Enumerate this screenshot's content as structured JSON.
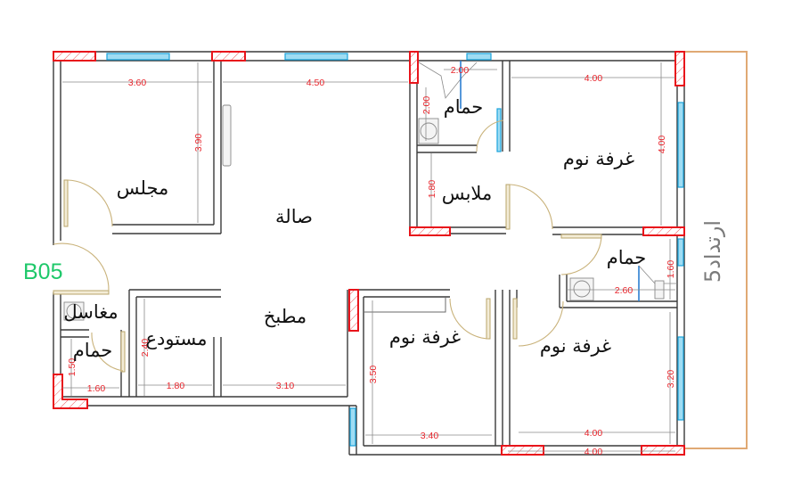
{
  "plan": {
    "unit_code": "B05",
    "setback_label": "ارتداد5",
    "colors": {
      "walls": "#3a3a3a",
      "columns": "#e8141b",
      "windows": "#1aa3dc",
      "doors": "#c9b27a",
      "dimensions": "#e8242b",
      "setback": "#e0a974",
      "unit_code": "#1ec86a"
    },
    "rooms": {
      "majlis": {
        "label": "مجلس",
        "width": "3.60",
        "length": "3.90"
      },
      "hall": {
        "label": "صالة",
        "width": "4.50"
      },
      "bath_top": {
        "label": "حمام",
        "width": "2.00",
        "length": "2.00"
      },
      "dressing": {
        "label": "ملابس",
        "length": "1.80"
      },
      "bedroom_master": {
        "label": "غرفة نوم",
        "width": "4.00",
        "length": "4.00"
      },
      "bath_right": {
        "label": "حمام",
        "width": "2.60",
        "length": "1.60"
      },
      "kitchen": {
        "label": "مطبخ",
        "width": "3.10"
      },
      "storage": {
        "label": "مستودع",
        "width": "1.80",
        "length": "2.40"
      },
      "laundry": {
        "label": "مغاسل"
      },
      "bath_small": {
        "label": "حمام",
        "width": "1.60",
        "length": "1.50"
      },
      "bedroom_middle": {
        "label": "غرفة نوم",
        "width": "3.40",
        "length": "3.50"
      },
      "bedroom_right": {
        "label": "غرفة نوم",
        "width": "4.00",
        "length": "3.20"
      }
    },
    "outer_dimension_bottom": "4.00"
  }
}
